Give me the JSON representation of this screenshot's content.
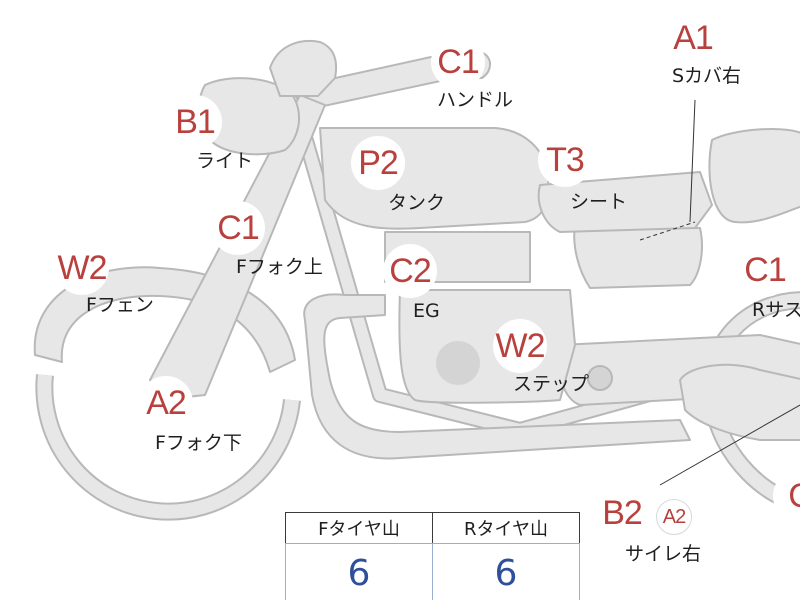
{
  "diagram": {
    "parts": [
      {
        "id": "handle",
        "grade": "C1",
        "label": "ハンドル"
      },
      {
        "id": "side-cover-r",
        "grade": "A1",
        "label": "Sカバ右"
      },
      {
        "id": "light",
        "grade": "B1",
        "label": "ライト"
      },
      {
        "id": "tank",
        "grade": "P2",
        "label": "タンク"
      },
      {
        "id": "seat",
        "grade": "T3",
        "label": "シート"
      },
      {
        "id": "fork-upper",
        "grade": "C1",
        "label": "Fフォク上"
      },
      {
        "id": "front-fender",
        "grade": "W2",
        "label": "Fフェン"
      },
      {
        "id": "engine",
        "grade": "C2",
        "label": "EG"
      },
      {
        "id": "rear-sus",
        "grade": "C1",
        "label": "Rサス"
      },
      {
        "id": "step",
        "grade": "W2",
        "label": "ステップ"
      },
      {
        "id": "fork-lower",
        "grade": "A2",
        "label": "Fフォク下"
      },
      {
        "id": "muffler-r",
        "grade": "B2",
        "label": "サイレ右"
      },
      {
        "id": "muffler-r-sub",
        "grade": "A2",
        "label": ""
      },
      {
        "id": "rear-edge",
        "grade": "C",
        "label": ""
      }
    ]
  },
  "tire_table": {
    "headers": [
      "Fタイヤ山",
      "Rタイヤ山"
    ],
    "values": [
      "6",
      "6"
    ]
  },
  "colors": {
    "part_fill": "#e6e7e6",
    "part_stroke": "#b7b9b7",
    "grade_text": "#b8413e",
    "tire_value_text": "#2e4f9a"
  }
}
